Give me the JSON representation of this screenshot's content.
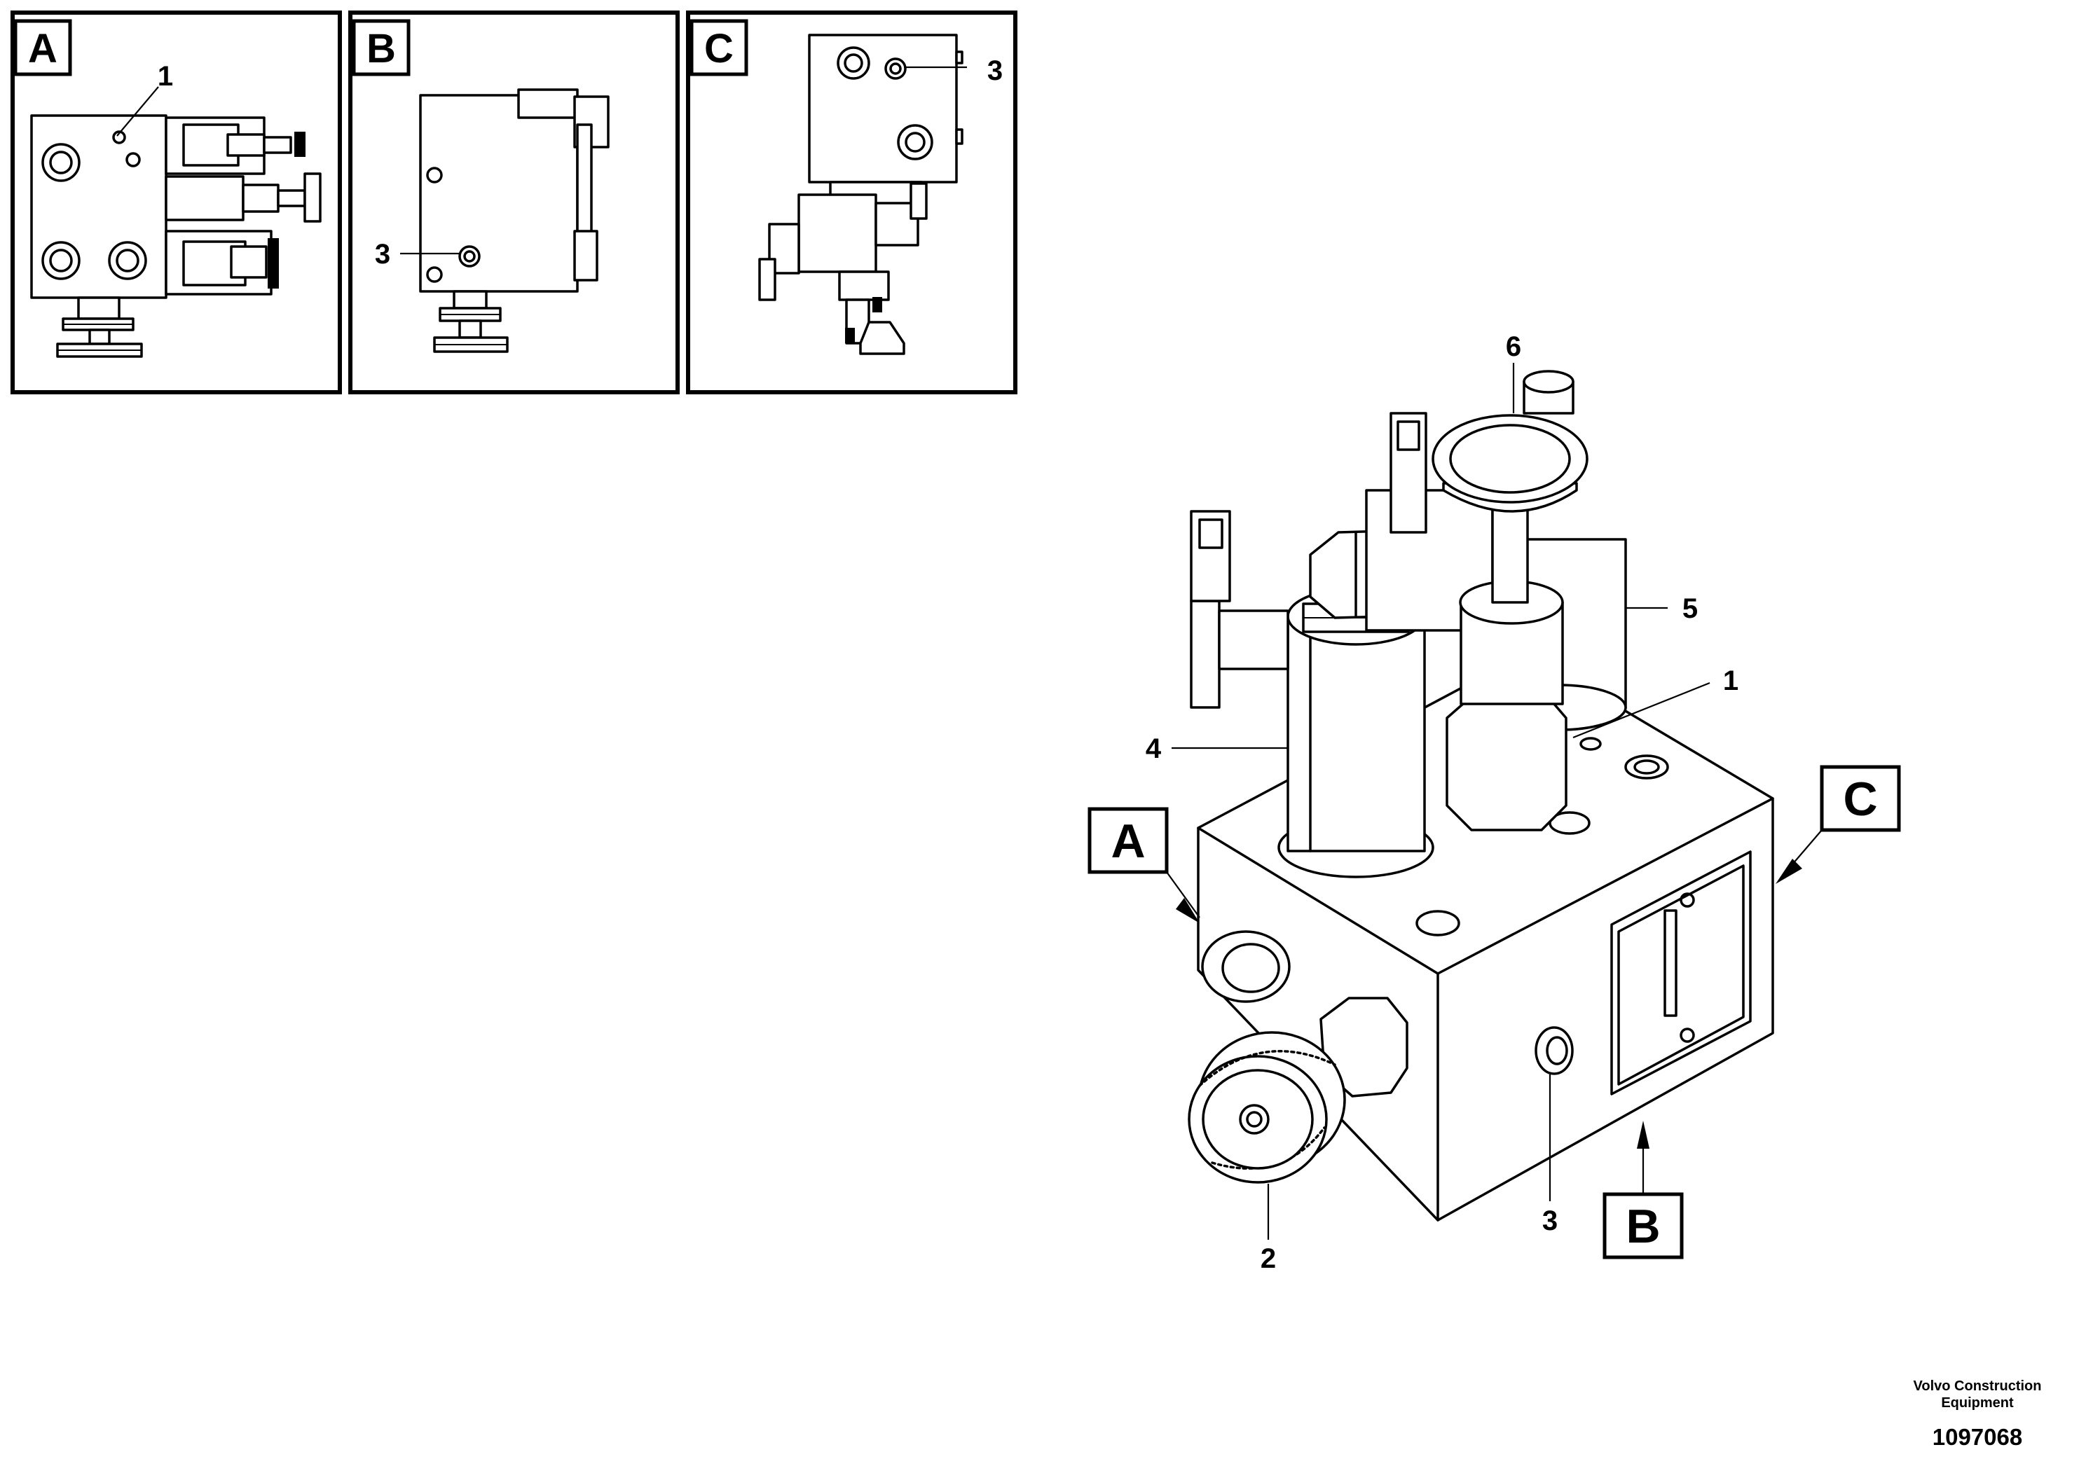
{
  "views": [
    {
      "id": "A",
      "label": "A"
    },
    {
      "id": "B",
      "label": "B"
    },
    {
      "id": "C",
      "label": "C"
    }
  ],
  "main_view": {
    "view_labels": [
      "A",
      "B",
      "C"
    ]
  },
  "callouts": {
    "view_a": [
      "1"
    ],
    "view_b": [
      "3"
    ],
    "view_c": [
      "3"
    ],
    "main": [
      "6",
      "5",
      "1",
      "4",
      "2",
      "3"
    ]
  },
  "footer": {
    "company": "Volvo Construction Equipment",
    "drawing_number": "1097068"
  }
}
